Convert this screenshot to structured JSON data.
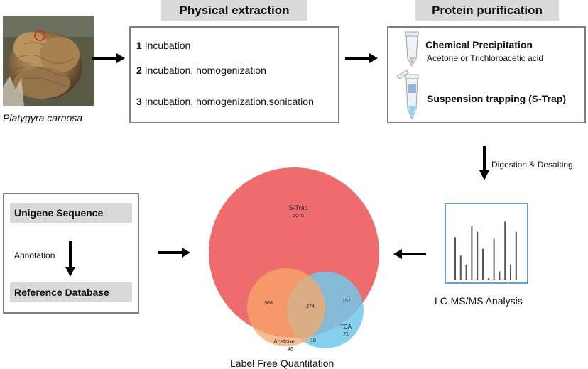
{
  "coral": {
    "species_label": "Platygyra carnosa"
  },
  "physical_extraction": {
    "title": "Physical extraction",
    "steps": [
      {
        "num": "1",
        "text": "Incubation"
      },
      {
        "num": "2",
        "text": "Incubation, homogenization"
      },
      {
        "num": "3",
        "text": "Incubation, homogenization,sonication"
      }
    ]
  },
  "protein_purification": {
    "title": "Protein purification",
    "method1_title": "Chemical Precipitation",
    "method1_sub": "Acetone or Trichloroacetic acid",
    "method2_title": "Suspension trapping (S-Trap)"
  },
  "digestion_label": "Digestion & Desalting",
  "lcms": {
    "label": "LC-MS/MS Analysis",
    "peaks": [
      0.62,
      0.35,
      0.22,
      0.78,
      0.7,
      0.45,
      0.02,
      0.6,
      0.12,
      0.85,
      0.22,
      0.7
    ]
  },
  "database": {
    "unigene": "Unigene Sequence",
    "annotation": "Annotation",
    "reference": "Reference Database"
  },
  "venn": {
    "caption": "Label Free Quantitation",
    "strap_label": "S-Trap",
    "strap_count": "2040",
    "acetone_label": "Acetone",
    "acetone_count": "46",
    "tca_label": "TCA",
    "tca_count": "71",
    "strap_acetone": "308",
    "all_three": "274",
    "strap_tca": "157",
    "acetone_tca": "19",
    "colors": {
      "strap": "#ee6b6e",
      "acetone": "#f7a86a",
      "tca": "#72c8ea"
    }
  }
}
